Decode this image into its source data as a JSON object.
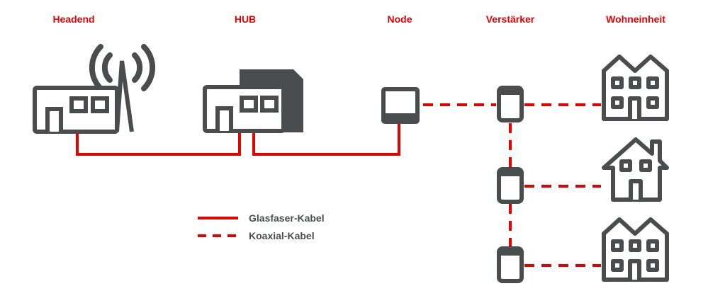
{
  "colors": {
    "accent": "#e60000",
    "dark": "#4a4d4e"
  },
  "columns": {
    "headend": "Headend",
    "hub": "HUB",
    "node": "Node",
    "verstaerker": "Verstärker",
    "wohneinheit": "Wohneinheit"
  },
  "legend": {
    "fiber": "Glasfaser-Kabel",
    "coax": "Koaxial-Kabel"
  },
  "icons": {
    "headend": "headend-building-antenna-icon",
    "hub": "hub-building-icon",
    "node": "node-box-icon",
    "amplifier": "amplifier-icon",
    "apartment": "apartment-building-icon",
    "house": "house-icon"
  }
}
